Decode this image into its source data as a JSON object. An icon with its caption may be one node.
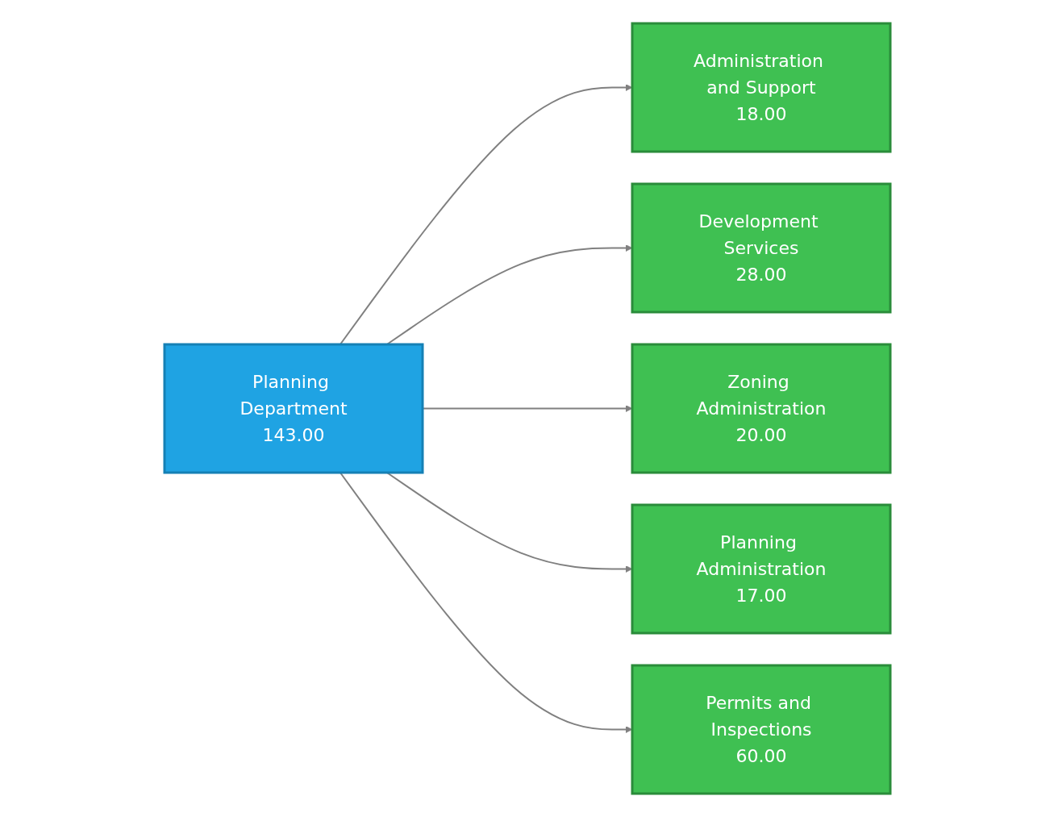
{
  "diagram": {
    "nodes": [
      {
        "text": [
          "Planning Department",
          "143.00"
        ]
      },
      {
        "text": [
          "Administration and Support",
          "18.00"
        ]
      },
      {
        "text": [
          "Development Services",
          "28.00"
        ]
      },
      {
        "text": [
          "Zoning Administration",
          "20.00"
        ]
      },
      {
        "text": [
          "Planning Administration",
          "17.00"
        ]
      },
      {
        "text": [
          "Permits and Inspections",
          "60.00"
        ]
      }
    ],
    "edges": [
      {
        "from": 0,
        "to": 1,
        "arrow": "to"
      },
      {
        "from": 0,
        "to": 2,
        "arrow": "to"
      },
      {
        "from": 0,
        "to": 3,
        "arrow": "to"
      },
      {
        "from": 0,
        "to": 4,
        "arrow": "to"
      },
      {
        "from": 0,
        "to": 5,
        "arrow": "to"
      }
    ]
  }
}
